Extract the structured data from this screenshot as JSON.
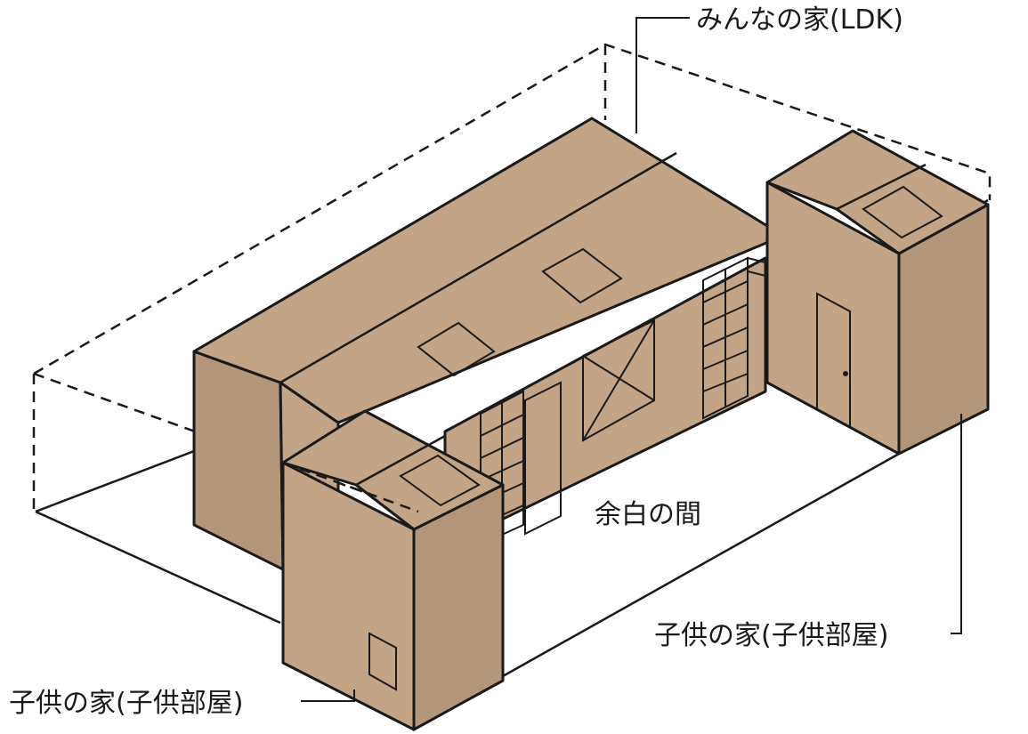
{
  "labels": {
    "ldk": "みんなの家(LDK)",
    "yohaku": "余白の間",
    "child_right": "子供の家(子供部屋)",
    "child_left": "子供の家(子供部屋)"
  },
  "colors": {
    "wall": "#c3a487",
    "wall_dark": "#b4967a",
    "line": "#1a1a1a",
    "background": "#ffffff",
    "opening": "#ffffff"
  }
}
